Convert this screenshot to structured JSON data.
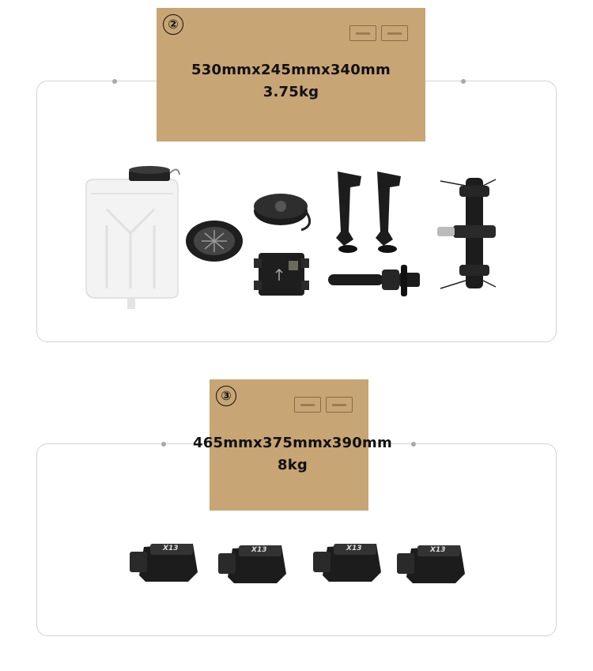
{
  "package_2": {
    "number": "②",
    "dimensions": "530mmx245mmx340mm",
    "weight": "3.75kg"
  },
  "package_3": {
    "number": "③",
    "dimensions": "465mmx375mmx390mm",
    "weight": "8kg"
  },
  "motors": [
    {
      "label": "X13"
    },
    {
      "label": "X13"
    },
    {
      "label": "X13"
    },
    {
      "label": "X13"
    }
  ],
  "colors": {
    "box": "#c8a574",
    "frame": "#d2d2d2",
    "tank": "#f2f2f2",
    "parts": "#1a1a1a"
  }
}
